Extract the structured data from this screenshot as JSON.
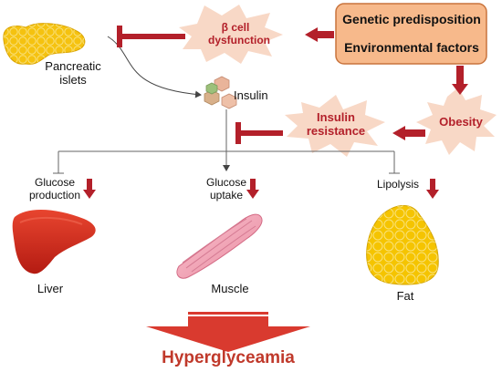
{
  "colors": {
    "arrow_red": "#b3202a",
    "inhibit_red": "#c0392b",
    "star_fill": "#f8d8c6",
    "box_fill": "#f7b98b",
    "box_border": "#c9743d",
    "pancreas": "#f5c20f",
    "liver": "#d92a1c",
    "muscle": "#f3a3b4",
    "fat": "#f5c400",
    "insulin_hex": "#e8b8a8",
    "title": "#c0392b"
  },
  "nodes": {
    "genetic": "Genetic predisposition",
    "environmental": "Environmental factors",
    "beta_cell": "β cell dysfunction",
    "pancreatic_islets": "Pancreatic islets",
    "insulin": "Insulin",
    "obesity": "Obesity",
    "insulin_resistance": "Insulin resistance",
    "glucose_production": "Glucose production",
    "glucose_uptake": "Glucose uptake",
    "lipolysis": "Lipolysis",
    "liver": "Liver",
    "muscle": "Muscle",
    "fat": "Fat",
    "outcome": "Hyperglyceamia"
  },
  "icons": [
    "pancreas-icon",
    "insulin-hexagon-icon",
    "liver-icon",
    "muscle-icon",
    "fat-icon"
  ]
}
